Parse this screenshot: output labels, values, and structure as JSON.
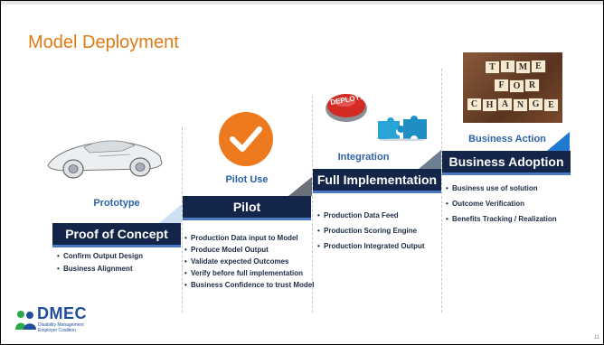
{
  "title": "Model Deployment",
  "stages": [
    {
      "label": "Prototype",
      "bar": "Proof of Concept",
      "bullets": [
        "Confirm Output Design",
        "Business Alignment"
      ]
    },
    {
      "label": "Pilot Use",
      "bar": "Pilot",
      "bullets": [
        "Production Data input to Model",
        "Produce Model Output",
        "Validate expected Outcomes",
        "Verify before full implementation",
        "Business Confidence to trust Model"
      ]
    },
    {
      "label": "Integration",
      "bar": "Full Implementation",
      "bullets": [
        "Production Data Feed",
        "Production Scoring Engine",
        "Production Integrated Output"
      ]
    },
    {
      "label": "Business Action",
      "bar": "Business Adoption",
      "bullets": [
        "Business use of solution",
        "Outcome Verification",
        "Benefits Tracking / Realization"
      ]
    }
  ],
  "deploy_button": "DEPLOY!",
  "time_for_change": {
    "row1": [
      "T",
      "I",
      "M",
      "E"
    ],
    "row2": [
      "F",
      "O",
      "R"
    ],
    "row3": [
      "C",
      "H",
      "A",
      "N",
      "G",
      "E"
    ]
  },
  "logo": {
    "name": "DMEC",
    "line1": "Disability Management",
    "line2": "Employer Coalition"
  },
  "page_number": "11",
  "colors": {
    "title": "#e07a14",
    "bar": "#13264a",
    "accent": "#2d62a8",
    "check": "#ee7a1f"
  }
}
